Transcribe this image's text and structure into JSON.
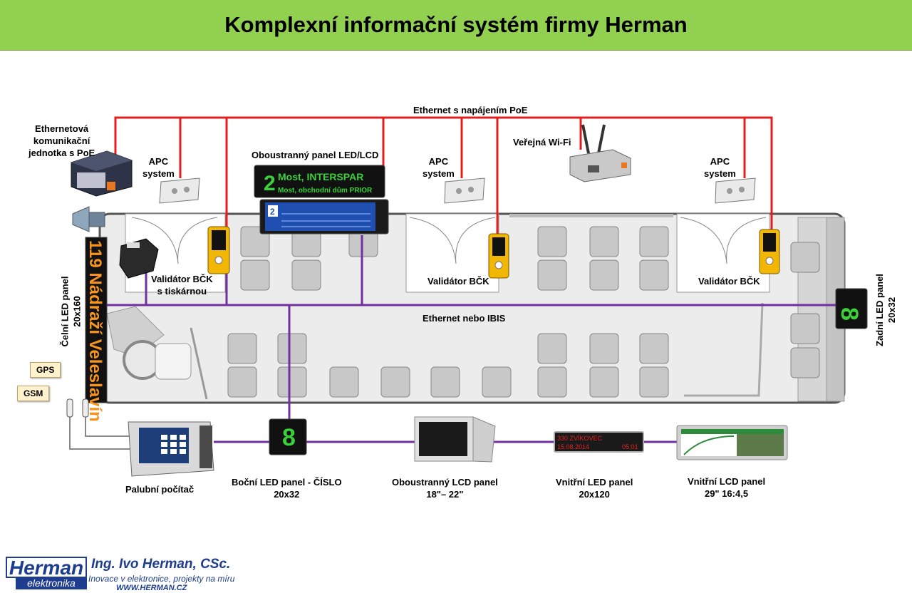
{
  "title": "Komplexní informační systém firmy Herman",
  "colors": {
    "banner": "#92d050",
    "ethernet_poe": "#e41e1e",
    "ibis": "#7030a0",
    "brand": "#1f3d8f"
  },
  "network": {
    "poe_label": "Ethernet s napájením PoE",
    "ibis_label": "Ethernet nebo IBIS"
  },
  "devices": {
    "comm_unit": [
      "Ethernetová",
      "komunikační",
      "jednotka s PoE"
    ],
    "apc_1": [
      "APC",
      "system"
    ],
    "apc_2": [
      "APC",
      "system"
    ],
    "apc_3": [
      "APC",
      "system"
    ],
    "double_panel": "Oboustranný panel LED/LCD",
    "wifi": "Veřejná Wi-Fi",
    "validator_printer": [
      "Validátor BČK",
      "s tiskárnou"
    ],
    "validator_2": "Validátor BČK",
    "validator_3": "Validátor BČK",
    "front_panel": [
      "Čelní LED panel",
      "20x160"
    ],
    "rear_panel": [
      "Zadní LED panel",
      "20x32"
    ],
    "gps": "GPS",
    "gsm": "GSM",
    "board_computer": "Palubní počítač",
    "side_panel": [
      "Boční LED panel - ČÍSLO",
      "20x32"
    ],
    "lcd_double": [
      "Oboustranný LCD panel",
      "18\"– 22\""
    ],
    "inner_led": [
      "Vnitřní LED panel",
      "20x120"
    ],
    "inner_lcd": [
      "Vnitřní LCD panel",
      "29\" 16:4,5"
    ]
  },
  "screens": {
    "front_display_text": "119 Nádraží Veleslavín",
    "double_panel_line": "2",
    "double_panel_top": "Most, INTERSPAR",
    "double_panel_bottom": "Most, obchodní dům PRIOR",
    "double_lcd_number": "2",
    "side_number": "8",
    "rear_number": "8",
    "inner_led_line1": "330 ZVÍKOVEC",
    "inner_led_line2": "15.08.2014",
    "inner_led_time": "05:01"
  },
  "footer": {
    "logo_main": "Herman",
    "logo_sub": "elektronika",
    "author": "Ing. Ivo Herman, CSc.",
    "tagline": "Inovace v elektronice, projekty na míru",
    "website": "WWW.HERMAN.CZ"
  }
}
